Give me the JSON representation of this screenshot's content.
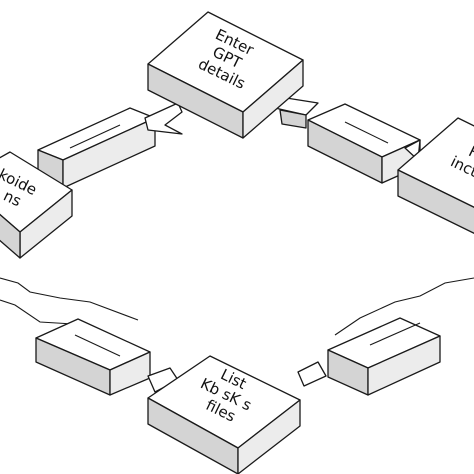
{
  "diagram": {
    "nodes": {
      "top": {
        "lines": [
          "Enter",
          "GPT",
          "details"
        ]
      },
      "right": {
        "lines": [
          "F",
          "incto"
        ]
      },
      "left": {
        "lines": [
          "koide",
          "ns"
        ]
      },
      "bottom": {
        "lines": [
          "List",
          "Kb sK s",
          "files"
        ]
      }
    }
  }
}
